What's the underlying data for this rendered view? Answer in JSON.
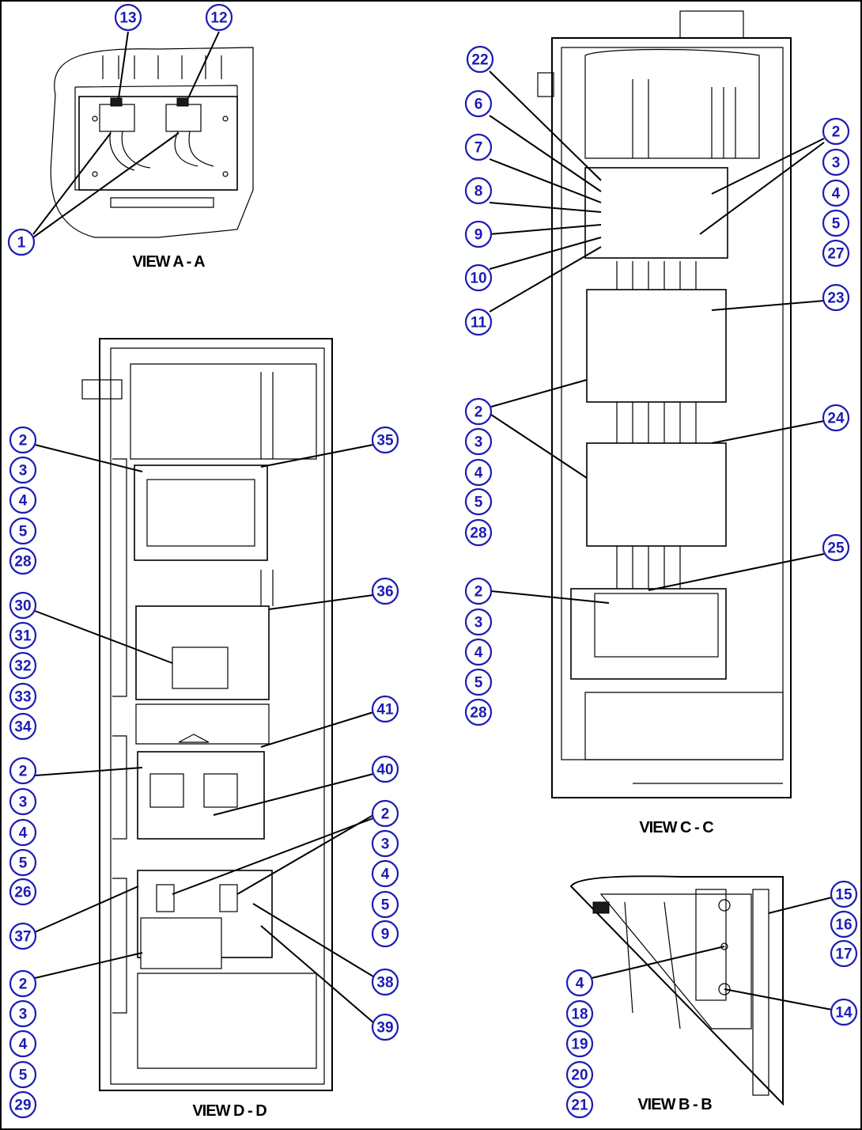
{
  "views": [
    {
      "id": "view-a-a",
      "label": "VIEW A - A"
    },
    {
      "id": "view-b-b",
      "label": "VIEW B - B"
    },
    {
      "id": "view-c-c",
      "label": "VIEW C - C"
    },
    {
      "id": "view-d-d",
      "label": "VIEW D - D"
    }
  ],
  "callouts": {
    "view_a": [
      "13",
      "12",
      "1"
    ],
    "view_c": [
      "22",
      "6",
      "7",
      "8",
      "9",
      "10",
      "11",
      "2",
      "3",
      "4",
      "5",
      "27",
      "23",
      "2",
      "3",
      "4",
      "5",
      "28",
      "24",
      "2",
      "3",
      "4",
      "5",
      "28",
      "25"
    ],
    "view_d": [
      "2",
      "3",
      "4",
      "5",
      "28",
      "35",
      "30",
      "31",
      "32",
      "33",
      "34",
      "36",
      "2",
      "3",
      "4",
      "5",
      "26",
      "41",
      "40",
      "2",
      "3",
      "4",
      "5",
      "9",
      "37",
      "38",
      "39",
      "2",
      "3",
      "4",
      "5",
      "29"
    ],
    "view_b": [
      "15",
      "16",
      "17",
      "4",
      "18",
      "19",
      "20",
      "21",
      "14"
    ]
  },
  "colors": {
    "callout": "#1c1cb4",
    "line": "#000000",
    "background": "#ffffff"
  }
}
